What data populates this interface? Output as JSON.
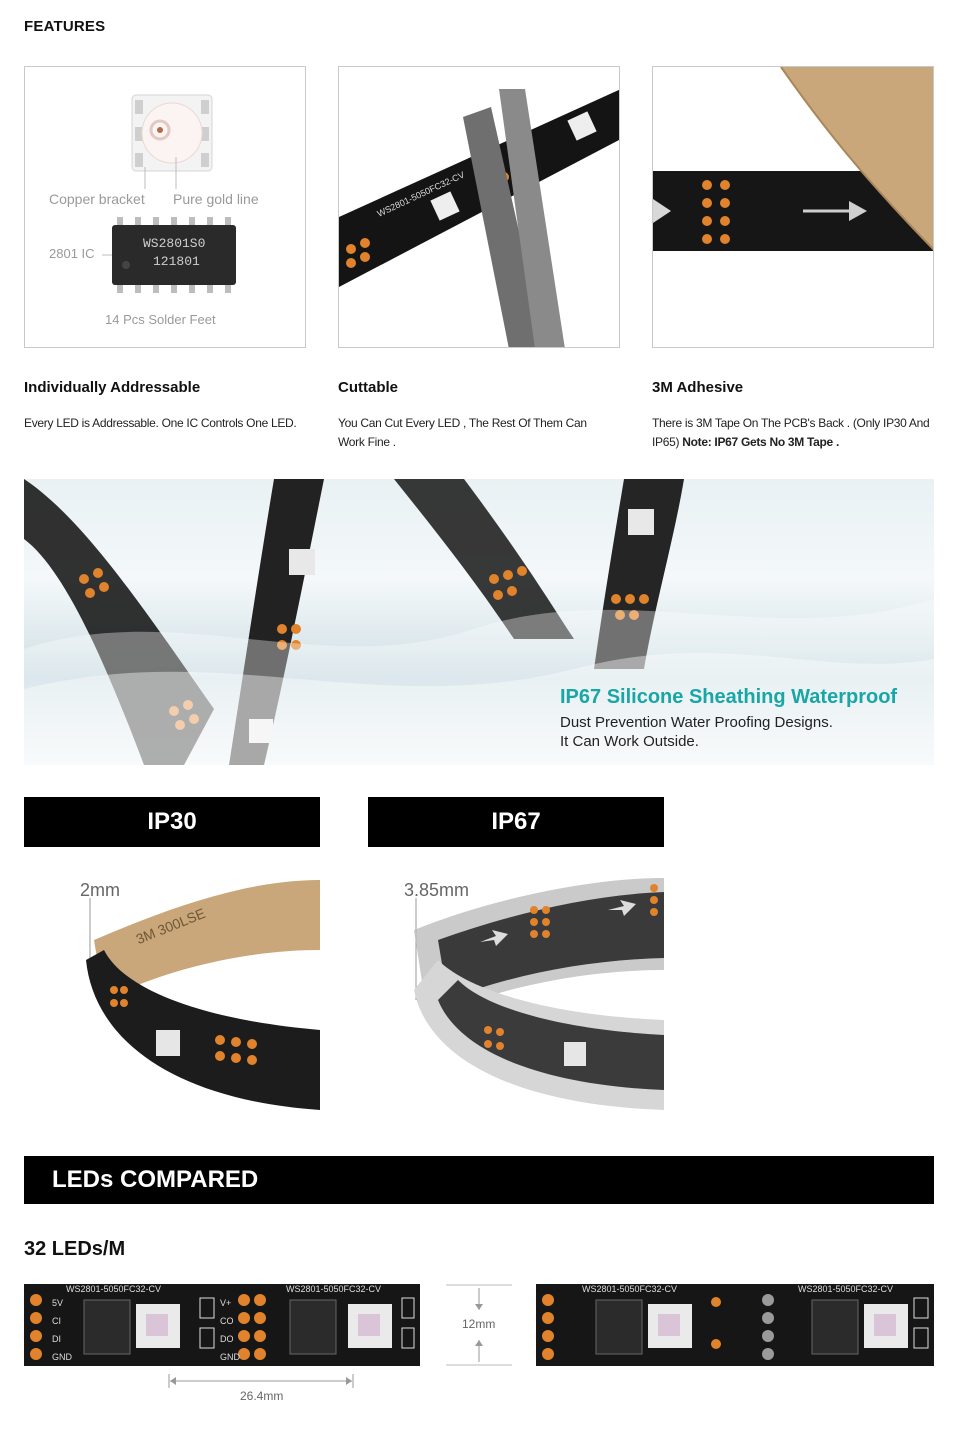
{
  "features": {
    "heading": "FEATURES",
    "chip_labels": {
      "copper": "Copper bracket",
      "gold": "Pure gold line",
      "ic": "2801 IC",
      "chip_line1": "WS2801S0",
      "chip_line2": "121801",
      "feet": "14 Pcs Solder Feet"
    },
    "cut_strip_text": "WS2801-5050FC32-CV",
    "items": [
      {
        "title": "Individually Addressable",
        "desc": "Every LED is Addressable. One IC Controls One LED."
      },
      {
        "title": "Cuttable",
        "desc": "You Can Cut Every LED , The Rest Of Them Can Work Fine ."
      },
      {
        "title": "3M Adhesive",
        "desc": "There is 3M Tape On The PCB's Back . (Only IP30 And IP65)",
        "note": "Note: IP67 Gets No 3M Tape ."
      }
    ]
  },
  "waterproof": {
    "title": "IP67 Silicone Sheathing Waterproof",
    "line1": "Dust Prevention Water Proofing Designs.",
    "line2": "It Can Work Outside."
  },
  "ip": [
    {
      "label": "IP30",
      "thickness": "2mm"
    },
    {
      "label": "IP67",
      "thickness": "3.85mm"
    }
  ],
  "tape_text": "3M 300LSE",
  "compare": {
    "heading": "LEDs COMPARED",
    "density": "32 LEDs/M",
    "width": "12mm",
    "pitch": "26.4mm",
    "strip_text": "WS2801-5050FC32-CV",
    "pad_labels": [
      "5V",
      "CI",
      "DI",
      "GND"
    ],
    "pad_labels_right": [
      "V+",
      "CO",
      "DO",
      "GND"
    ]
  },
  "colors": {
    "accent": "#1aa6a6",
    "pcb": "#151515",
    "pad": "#e0832c",
    "tape": "#c9a77a"
  }
}
